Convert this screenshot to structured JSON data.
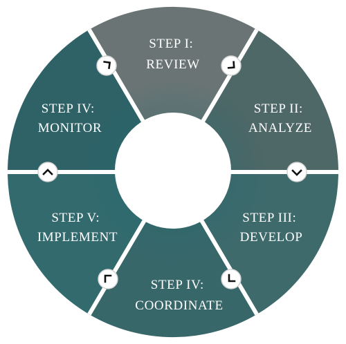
{
  "diagram": {
    "colors": {
      "segment_top": "#6a7474",
      "segment_upper_right": "#4e6767",
      "segment_lower_right": "#3e6a6c",
      "segment_bottom": "#38676a",
      "segment_lower_left": "#336a6e",
      "segment_upper_left": "#2e6267",
      "center_glow": "#1e6a70",
      "separator": "#ffffff",
      "center_fill": "#ffffff",
      "arrow_badge_fill": "#ffffff",
      "arrow_badge_stroke": "#d4d4d4",
      "arrow_glyph": "#111111"
    },
    "segments": [
      {
        "name": "segment-step-1-review",
        "line1": "STEP I:",
        "line2": "REVIEW"
      },
      {
        "name": "segment-step-2-analyze",
        "line1": "STEP II:",
        "line2": "ANALYZE"
      },
      {
        "name": "segment-step-3-develop",
        "line1": "STEP III:",
        "line2": "DEVELOP"
      },
      {
        "name": "segment-step-4-coordinate",
        "line1": "STEP IV:",
        "line2": "COORDINATE"
      },
      {
        "name": "segment-step-5-implement",
        "line1": "STEP V:",
        "line2": "IMPLEMENT"
      },
      {
        "name": "segment-step-4-monitor",
        "line1": "STEP IV:",
        "line2": "MONITOR"
      }
    ],
    "arrows": [
      {
        "name": "arrow-icon-review-left"
      },
      {
        "name": "arrow-icon-review-right"
      },
      {
        "name": "arrow-icon-right-down"
      },
      {
        "name": "arrow-icon-coordinate-right"
      },
      {
        "name": "arrow-icon-coordinate-left"
      },
      {
        "name": "arrow-icon-left-up"
      }
    ]
  }
}
